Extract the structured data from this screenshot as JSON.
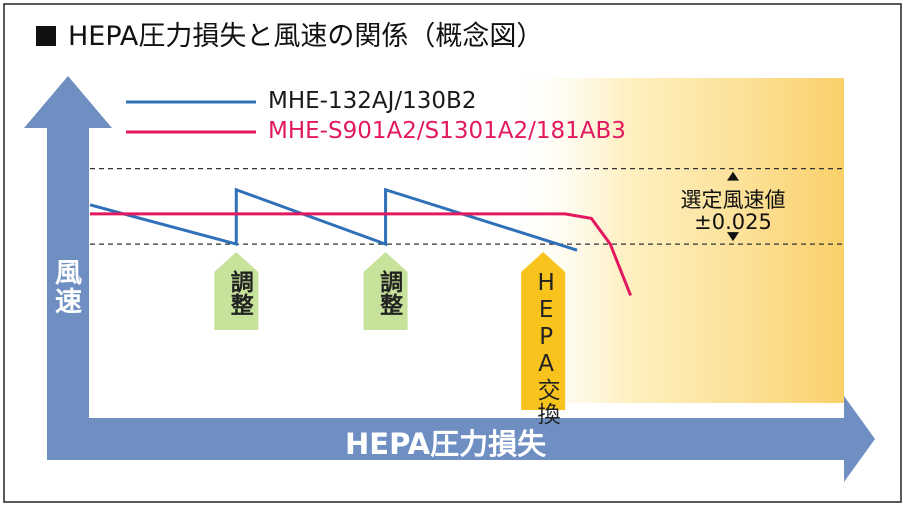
{
  "chart_data": {
    "type": "line",
    "title": "HEPA圧力損失と風速の関係（概念図）",
    "xlabel": "HEPA圧力損失",
    "ylabel": "風速",
    "xlim": [
      0,
      100
    ],
    "ylim": [
      0,
      100
    ],
    "grid": false,
    "legend_position": "top-left",
    "band": {
      "upper": 70,
      "lower": 45,
      "label_line1": "選定風速値",
      "label_line2": "±0.025"
    },
    "series": [
      {
        "name": "MHE-132AJ/130B2",
        "color": "#3070b8",
        "points": [
          [
            0,
            58
          ],
          [
            19.4,
            45
          ],
          [
            19.4,
            63
          ],
          [
            39.2,
            45
          ],
          [
            39.2,
            63
          ],
          [
            64.6,
            43
          ]
        ]
      },
      {
        "name": "MHE-S901A2/S1301A2/181AB3",
        "color": "#e3195f",
        "points": [
          [
            0,
            55
          ],
          [
            63,
            55
          ],
          [
            66.5,
            53.5
          ],
          [
            69,
            45
          ],
          [
            71.7,
            28
          ]
        ]
      }
    ],
    "annotations": [
      {
        "label": "調整",
        "x": 19.4,
        "color": "#c7e29a"
      },
      {
        "label": "調整",
        "x": 39.2,
        "color": "#c7e29a"
      },
      {
        "label": "HEPA交換",
        "x": 60.1,
        "color": "#f8c31d"
      }
    ],
    "highlight_start_x": 55
  }
}
